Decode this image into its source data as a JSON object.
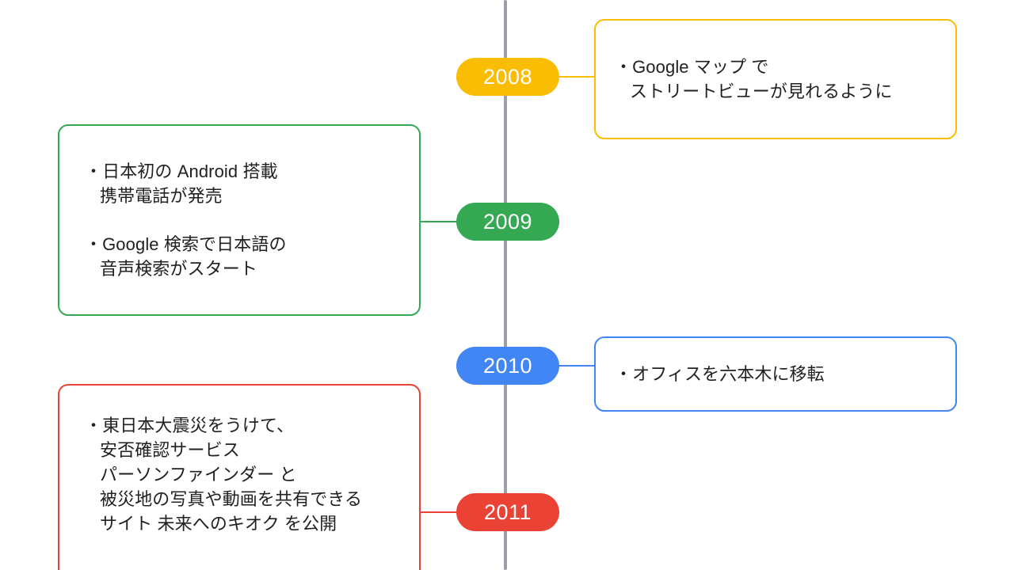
{
  "diagram": {
    "title": "Google Japan timeline 2008-2011",
    "type": "vertical-timeline",
    "axis_color": "#9aa0a6",
    "background": "#ffffff"
  },
  "events": [
    {
      "year": "2008",
      "color": "#fbbc04",
      "side": "right",
      "bullets": [
        {
          "lines": [
            "・Google マップ で",
            "ストリートビューが見れるように"
          ]
        }
      ]
    },
    {
      "year": "2009",
      "color": "#34a853",
      "side": "left",
      "bullets": [
        {
          "lines": [
            "・日本初の Android 搭載",
            "携帯電話が発売"
          ]
        },
        {
          "lines": [
            "・Google 検索で日本語の",
            "音声検索がスタート"
          ]
        }
      ]
    },
    {
      "year": "2010",
      "color": "#4285f4",
      "side": "right",
      "bullets": [
        {
          "lines": [
            "・オフィスを六本木に移転"
          ]
        }
      ]
    },
    {
      "year": "2011",
      "color": "#ea4335",
      "side": "left",
      "bullets": [
        {
          "lines": [
            "・東日本大震災をうけて、",
            "安否確認サービス",
            "パーソンファインダー と",
            "被災地の写真や動画を共有できる",
            "サイト 未来へのキオク を公開"
          ]
        }
      ]
    }
  ]
}
